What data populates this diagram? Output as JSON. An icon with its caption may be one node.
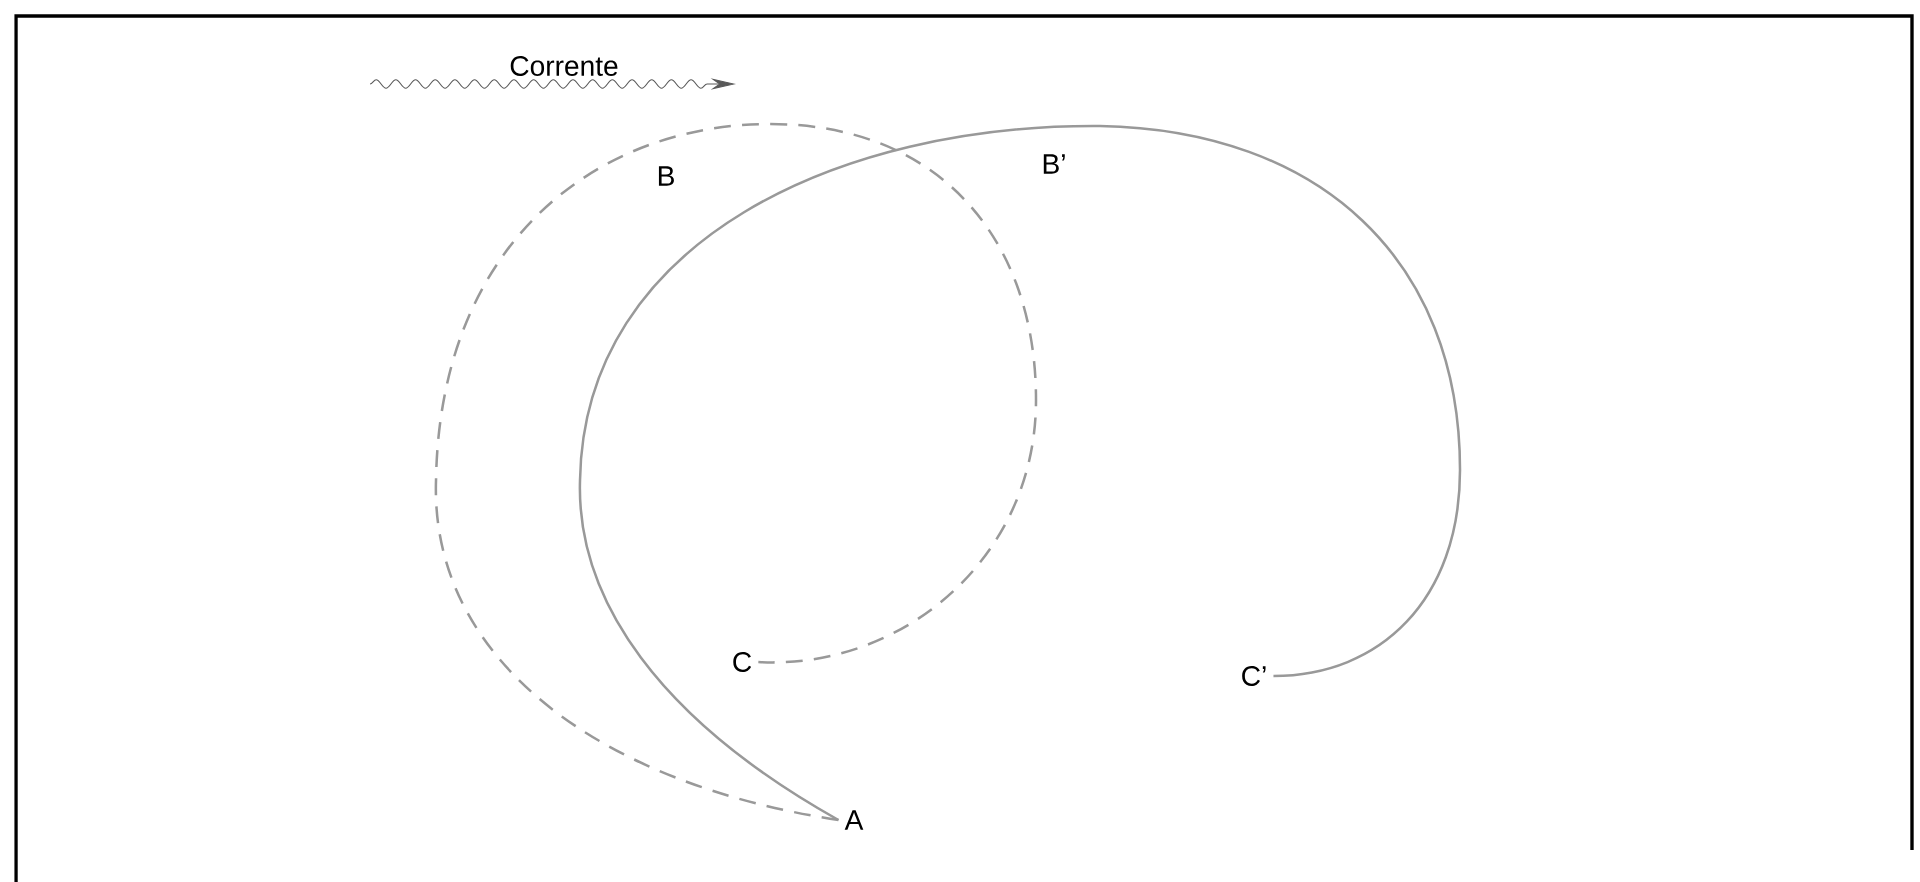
{
  "diagram": {
    "nodes": [
      {
        "text": [
          "A"
        ]
      },
      {
        "text": [
          "C"
        ]
      },
      {
        "text": [
          "C’"
        ]
      }
    ],
    "edges": [
      {
        "from": 0,
        "to": 1,
        "arrow": "none",
        "style": "dashed"
      },
      {
        "from": 0,
        "to": 2,
        "arrow": "none"
      }
    ],
    "labels": [
      "Corrente",
      "B",
      "B’"
    ]
  }
}
